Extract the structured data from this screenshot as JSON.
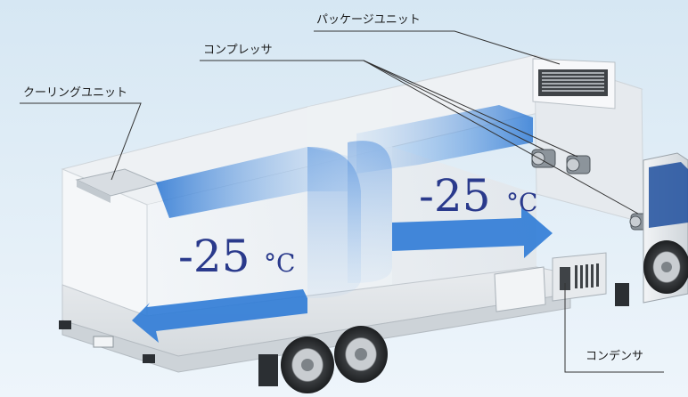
{
  "labels": {
    "package_unit": "パッケージユニット",
    "compressor": "コンプレッサ",
    "cooling_unit": "クーリングユニット",
    "condenser": "コンデンサ"
  },
  "temperatures": {
    "rear": {
      "value": "-25",
      "unit": "°C"
    },
    "front": {
      "value": "-25",
      "unit": "°C"
    }
  },
  "colors": {
    "background_top": "#dbe9f4",
    "background_bottom": "#f3f8fc",
    "airflow": "#2f7bd6",
    "temp_text": "#2a3a8c"
  }
}
